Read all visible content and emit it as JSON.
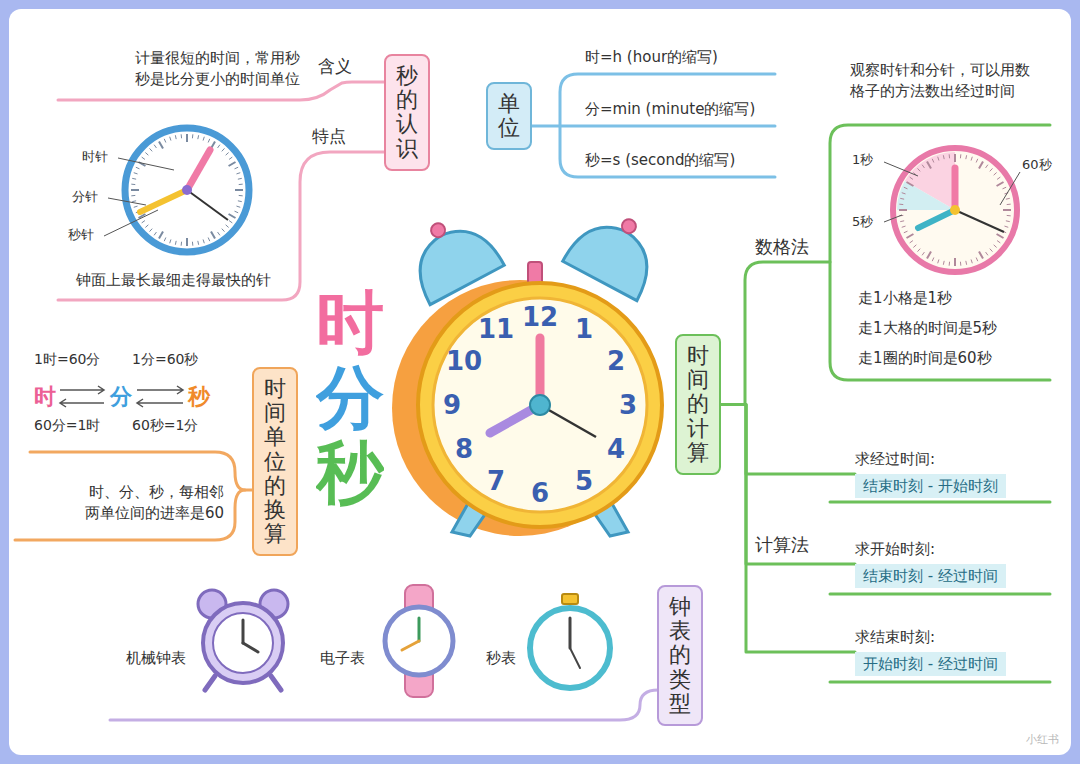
{
  "diagram": {
    "title": "时分秒",
    "nodes": [
      {
        "text": [
          "秒的认识"
        ]
      },
      {
        "text": [
          "单位"
        ]
      },
      {
        "text": [
          "时间的计算"
        ]
      },
      {
        "text": [
          "求经过时间:",
          "结束时刻 - 开始时刻"
        ]
      },
      {
        "text": [
          "求开始时刻:",
          "结束时刻 - 经过时间"
        ]
      },
      {
        "text": [
          "求结束时刻:",
          "开始时刻 - 经过时间"
        ]
      },
      {
        "text": [
          "时间单位的换算"
        ]
      },
      {
        "text": [
          "钟表的类型"
        ]
      }
    ],
    "edges": [
      {
        "from": 2,
        "to": 3,
        "arrow": "none"
      },
      {
        "from": 2,
        "to": 4,
        "arrow": "none"
      },
      {
        "from": 2,
        "to": 5,
        "arrow": "none"
      }
    ],
    "labels": [
      "含义",
      "计量很短的时间，常用秒 秒是比分更小的时间单位",
      "特点",
      "时针",
      "分针",
      "秒针",
      "钟面上最长最细走得最快的针",
      "时=h (hour的缩写)",
      "分=min (minute的缩写)",
      "秒=s (second的缩写)",
      "观察时针和分针，可以用数 格子的方法数出经过时间",
      "数格法",
      "1秒",
      "5秒",
      "60秒",
      "走1小格是1秒",
      "走1大格的时间是5秒",
      "走1圈的时间是60秒",
      "计算法",
      "1时=60分",
      "1分=60秒",
      "时",
      "分",
      "秒",
      "60分=1时",
      "60秒=1分",
      "时、分、秒，每相邻 两单位间的进率是60",
      "12",
      "1",
      "2",
      "3",
      "4",
      "5",
      "6",
      "7",
      "8",
      "9",
      "10",
      "11",
      "机械钟表",
      "电子表",
      "秒表",
      "小红书"
    ]
  }
}
